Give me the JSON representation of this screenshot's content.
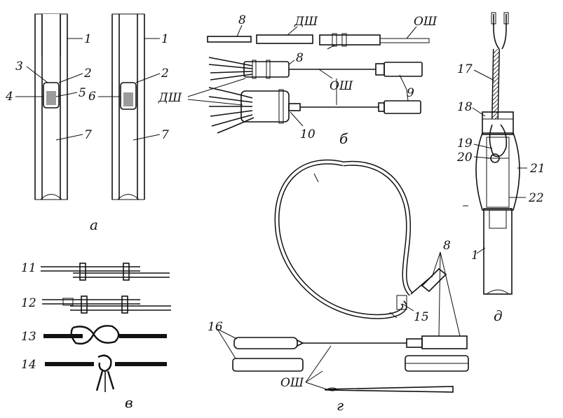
{
  "panels": {
    "a": {
      "caption": "а",
      "left_labels": [
        "1",
        "3",
        "2",
        "4",
        "5",
        "7"
      ],
      "right_labels": [
        "1",
        "2",
        "6",
        "7"
      ]
    },
    "b": {
      "caption": "б",
      "labels": [
        "8",
        "ДШ",
        "ОШ",
        "8",
        "ОШ",
        "ДШ",
        "9",
        "10"
      ]
    },
    "v": {
      "caption": "в",
      "labels": [
        "11",
        "12",
        "13",
        "14"
      ]
    },
    "g": {
      "caption": "г",
      "labels": [
        "8",
        "16",
        "15",
        "ОШ"
      ]
    },
    "d": {
      "caption": "д",
      "labels": [
        "17",
        "18",
        "19",
        "20",
        "21",
        "22",
        "1"
      ]
    }
  },
  "colors": {
    "ink": "#111111",
    "paper": "#ffffff"
  }
}
